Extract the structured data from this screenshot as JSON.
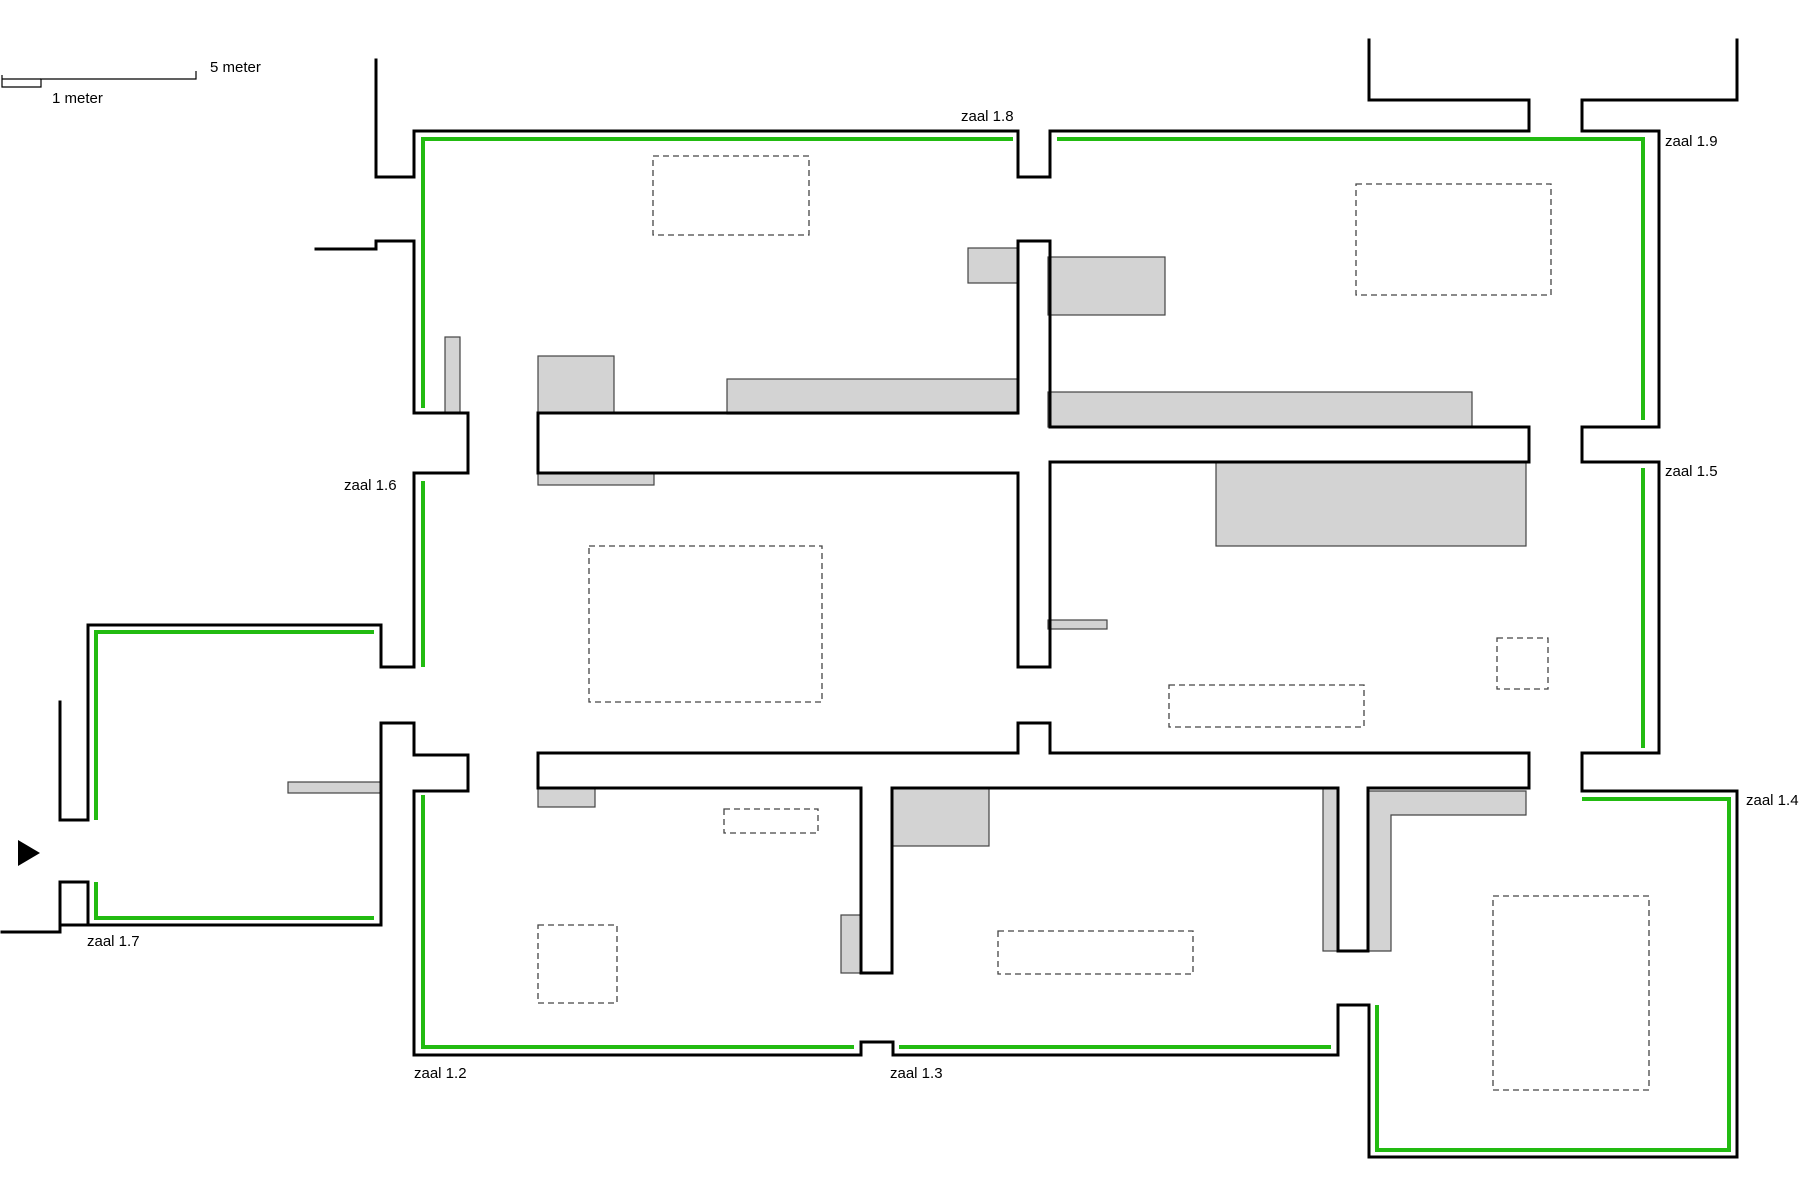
{
  "colors": {
    "wall": "#000000",
    "accent_wall": "#22bb11",
    "display": "#d3d3d3",
    "background": "#ffffff"
  },
  "scale": {
    "big_label": "5 meter",
    "small_label": "1 meter"
  },
  "rooms": {
    "z16": "zaal 1.6",
    "z17": "zaal 1.7",
    "z18": "zaal 1.8",
    "z19": "zaal 1.9",
    "z15": "zaal 1.5",
    "z14": "zaal 1.4",
    "z12": "zaal 1.2",
    "z13": "zaal 1.3"
  },
  "icons": {
    "entrance": "play-arrow-icon"
  }
}
